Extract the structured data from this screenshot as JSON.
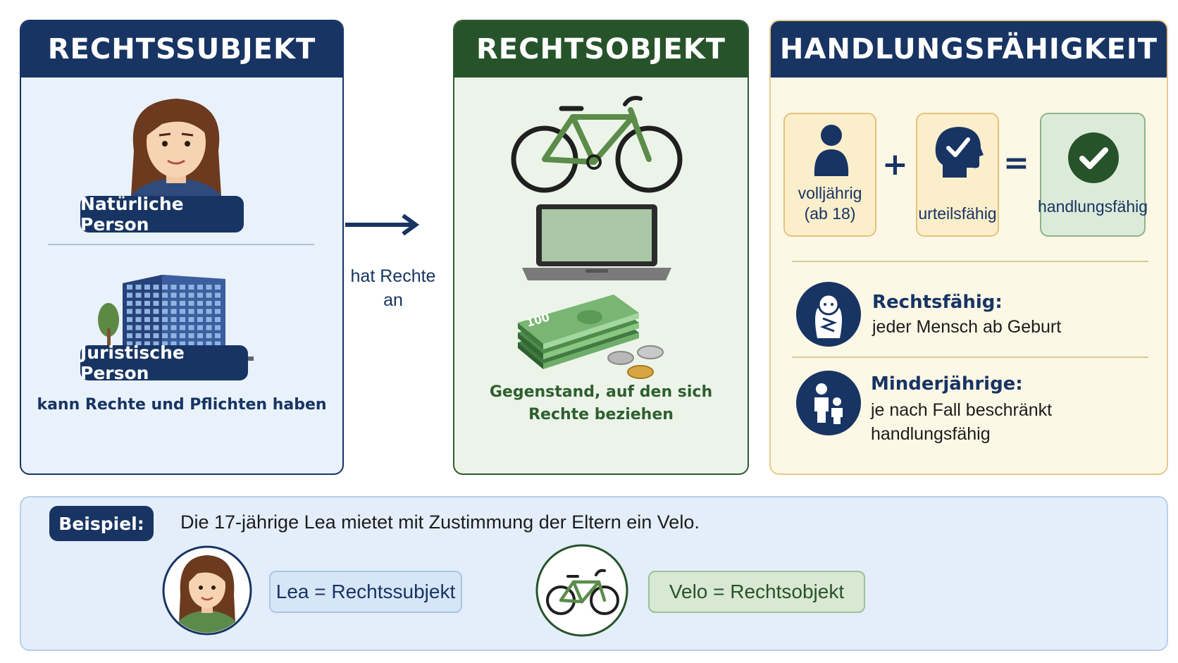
{
  "subject": {
    "title": "RECHTSSUBJEKT",
    "natural_label": "Natürliche Person",
    "legal_label": "Juristische Person",
    "caption": "kann Rechte und Pflichten haben"
  },
  "arrow": {
    "label_line1": "hat Rechte",
    "label_line2": "an"
  },
  "object": {
    "title": "RECHTSOBJEKT",
    "money_value": "100",
    "caption_line1": "Gegenstand, auf den sich",
    "caption_line2": "Rechte beziehen"
  },
  "capacity": {
    "title": "HANDLUNGSFÄHIGKEIT",
    "box1_line1": "volljährig",
    "box1_line2": "(ab 18)",
    "plus": "+",
    "box2": "urteilsfähig",
    "equals": "=",
    "box3": "handlungsfähig",
    "info1_title": "Rechtsfähig:",
    "info1_text": "jeder Mensch ab Geburt",
    "info2_title": "Minderjährige:",
    "info2_text_line1": "je nach Fall beschränkt",
    "info2_text_line2": "handlungsfähig"
  },
  "example": {
    "label": "Beispiel:",
    "sentence": "Die 17-jährige Lea mietet mit Zustimmung der Eltern ein Velo.",
    "eq1": "Lea = Rechtssubjekt",
    "eq2": "Velo = Rechtsobjekt"
  },
  "colors": {
    "navy": "#173463",
    "green": "#27532a",
    "gold": "#e6c27a",
    "bike_green": "#5b8c4a"
  }
}
